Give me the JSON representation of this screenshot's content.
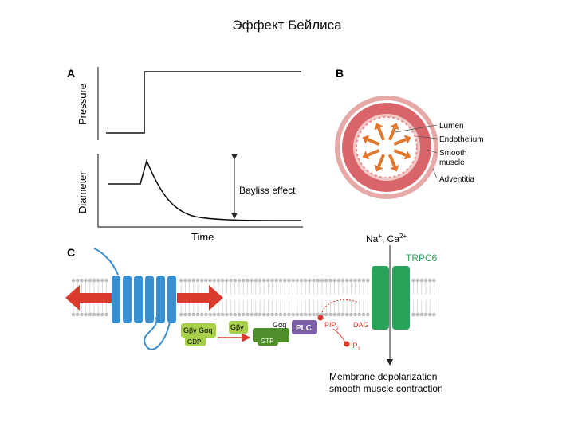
{
  "title": "Эффект Бейлиса",
  "panel_a": {
    "letter": "A",
    "pressure_label": "Pressure",
    "diameter_label": "Diameter",
    "time_label": "Time",
    "effect_label": "Bayliss effect"
  },
  "panel_b": {
    "letter": "B",
    "labels": [
      "Lumen",
      "Endothelium",
      "Smooth",
      "muscle",
      "Adventitia"
    ]
  },
  "panel_c": {
    "letter": "C",
    "ions_na": "Na",
    "ions_na_sup": "+",
    "ions_sep": ", Ca",
    "ions_ca_sup": "2+",
    "channel_label": "TRPC6",
    "gby_goq_label": "Gβγ Gαq",
    "gdp_label": "GDP",
    "gby_label": "Gβγ",
    "goq_label": "Gαq",
    "gtp_label": "GTP",
    "plc_label": "PLC",
    "pip2_label": "PIP",
    "pip2_sub": "2",
    "dag_label": "DAG",
    "ip3_label": "IP",
    "ip3_sub": "3",
    "outcome_line1": "Membrane depolarization",
    "outcome_line2": "smooth muscle contraction"
  },
  "colors": {
    "receptor": "#3a8fd0",
    "arrow_red": "#d93a2b",
    "trpc6": "#27a35a",
    "g_light": "#a8cf4a",
    "g_dark": "#4f8f2b",
    "plc": "#7a5fa8",
    "vessel_outer": "#d9646a",
    "vessel_inner": "#f2c9c6",
    "vessel_arrow": "#e0772e"
  }
}
